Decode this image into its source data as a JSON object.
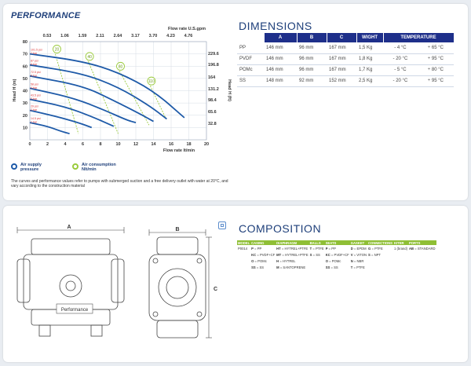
{
  "performance": {
    "title": "PERFORMANCE",
    "legend_air_supply": "Air supply pressure",
    "legend_air_consumption": "Air consumption Nlt/min",
    "note": "The curves and performance values refer to pumps with submerged suction and a free delivery outlet with water at 20°C, and vary according to the construction material",
    "colors": {
      "curve": "#1e5aa8",
      "consumption": "#9acb3c",
      "title": "#1e3f7a"
    }
  },
  "chart_data": {
    "type": "line",
    "title": "",
    "xlabel": "Flow rate  lt/min",
    "x2label": "Flow rate U.S.gpm",
    "ylabel": "Head H (m)",
    "y2label": "Head H (ft)",
    "xlim": [
      0,
      20
    ],
    "ylim": [
      0,
      80
    ],
    "x_ticks": [
      0,
      2,
      4,
      6,
      8,
      10,
      12,
      14,
      16,
      18,
      20
    ],
    "y_ticks": [
      10,
      20,
      30,
      40,
      50,
      60,
      70,
      80
    ],
    "x2_ticks": [
      "0.53",
      "1.06",
      "1.59",
      "2.11",
      "2.64",
      "3.17",
      "3.70",
      "4.23",
      "4.76"
    ],
    "y2_ticks": [
      "229.6",
      "196.8",
      "164",
      "131.2",
      "98.4",
      "65.6",
      "32.8"
    ],
    "series": [
      {
        "name": "101.5 psi 7 bar",
        "points": [
          [
            0,
            70
          ],
          [
            6,
            64
          ],
          [
            10,
            55
          ],
          [
            14,
            40
          ],
          [
            17.5,
            18
          ]
        ]
      },
      {
        "name": "87 psi 6 bar",
        "points": [
          [
            0,
            61
          ],
          [
            6,
            54
          ],
          [
            10,
            43
          ],
          [
            13.5,
            28
          ],
          [
            15.5,
            17
          ]
        ]
      },
      {
        "name": "72.5 psi 5 bar",
        "points": [
          [
            0,
            52
          ],
          [
            6,
            44
          ],
          [
            9.5,
            32
          ],
          [
            12.5,
            21
          ],
          [
            14,
            15
          ]
        ]
      },
      {
        "name": "58 psi 4 bar",
        "points": [
          [
            0,
            42
          ],
          [
            5,
            34
          ],
          [
            8.5,
            24
          ],
          [
            11,
            16
          ],
          [
            12,
            14
          ]
        ]
      },
      {
        "name": "43.5 psi 3 bar",
        "points": [
          [
            0,
            33
          ],
          [
            4,
            27
          ],
          [
            7,
            19
          ],
          [
            9.5,
            11
          ]
        ]
      },
      {
        "name": "29 psi 2 bar",
        "points": [
          [
            0,
            24
          ],
          [
            3,
            19
          ],
          [
            5.5,
            14
          ],
          [
            7,
            10
          ]
        ]
      },
      {
        "name": "14.5 psi 1 bar",
        "points": [
          [
            0,
            14
          ],
          [
            2,
            11
          ],
          [
            3.5,
            7
          ],
          [
            4.5,
            5
          ]
        ]
      }
    ],
    "consumption_lines": [
      {
        "label": "20",
        "points": [
          [
            2.8,
            72
          ],
          [
            5.5,
            5
          ]
        ]
      },
      {
        "label": "40",
        "points": [
          [
            6.5,
            66
          ],
          [
            10,
            5
          ]
        ]
      },
      {
        "label": "80",
        "points": [
          [
            10,
            58
          ],
          [
            13.5,
            12
          ]
        ]
      },
      {
        "label": "110",
        "points": [
          [
            13.5,
            46
          ],
          [
            15.5,
            16
          ]
        ]
      }
    ]
  },
  "dimensions": {
    "title": "DIMENSIONS",
    "headers": [
      "",
      "A",
      "B",
      "C",
      "WIGHT",
      "TEMPERATURE"
    ],
    "rows": [
      [
        "PP",
        "146 mm",
        "96 mm",
        "167 mm",
        "1,5 Kg",
        "- 4 °C",
        "÷ 65 °C"
      ],
      [
        "PVDF",
        "146 mm",
        "96 mm",
        "167 mm",
        "1,8 Kg",
        "- 20 °C",
        "÷ 95 °C"
      ],
      [
        "POMc",
        "146 mm",
        "96 mm",
        "167 mm",
        "1,7 Kg",
        "- 5 °C",
        "÷ 80 °C"
      ],
      [
        "SS",
        "148 mm",
        "92 mm",
        "152 mm",
        "2,5 Kg",
        "- 20 °C",
        "÷ 95 °C"
      ]
    ]
  },
  "drawing": {
    "label_a": "A",
    "label_b": "B",
    "label_c": "C",
    "badge": "Performance"
  },
  "composition": {
    "title": "COMPOSITION",
    "headers": [
      "MODEL",
      "CASING",
      "DIAPHRAGM",
      "BALLS",
      "SEATS",
      "GASKET",
      "CONNECTIONS",
      "KITER",
      "PORTS"
    ],
    "model": "P0014",
    "casing": [
      [
        "P",
        "PP"
      ],
      [
        "KC",
        "PVDF+CF"
      ],
      [
        "O",
        "POMc"
      ],
      [
        "SS",
        "SS"
      ]
    ],
    "diaphragm": [
      [
        "HT",
        "HYTREL+PTFE"
      ],
      [
        "MT",
        "HYTREL+PTFE"
      ],
      [
        "H",
        "HYTREL"
      ],
      [
        "M",
        "SANTOPRENE"
      ]
    ],
    "balls": [
      [
        "T",
        "PTFE"
      ],
      [
        "S",
        "SS"
      ]
    ],
    "seats": [
      [
        "P",
        "PP"
      ],
      [
        "KC",
        "PVDF+CF"
      ],
      [
        "O",
        "POMc"
      ],
      [
        "SS",
        "SS"
      ]
    ],
    "gasket": [
      [
        "D",
        "EPDM"
      ],
      [
        "V",
        "VITON"
      ],
      [
        "N",
        "NBR"
      ],
      [
        "T",
        "PTFE"
      ]
    ],
    "connections": [
      [
        "G",
        "PTFE"
      ],
      [
        "S",
        "NPT"
      ]
    ],
    "kiter": "1 (brand)",
    "ports": [
      [
        "AB",
        "STANDARD"
      ]
    ]
  },
  "icons": {
    "pdf": "pdf-icon"
  }
}
